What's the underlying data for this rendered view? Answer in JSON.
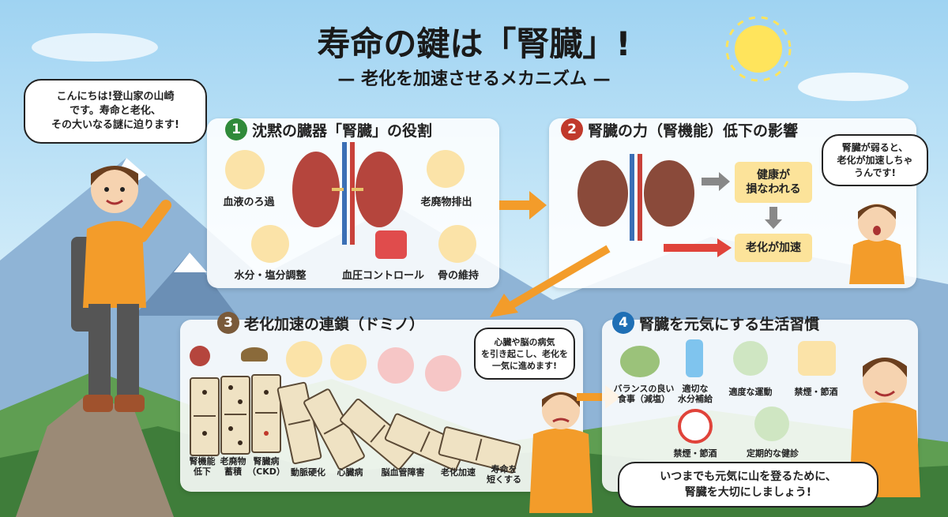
{
  "title": {
    "main": "寿命の鍵は「腎臓」!",
    "subtitle": "— 老化を加速させるメカニズム —"
  },
  "intro_bubble": {
    "line1": "こんにちは!登山家の山崎",
    "line2": "です。寿命と老化、",
    "line3": "その大いなる謎に迫ります!"
  },
  "panel1": {
    "number": "1",
    "title": "沈黙の臓器「腎臓」の役割",
    "items": [
      "血液のろ過",
      "老廃物排出",
      "水分・塩分調整",
      "血圧コントロール",
      "骨の維持"
    ]
  },
  "panel2": {
    "number": "2",
    "title": "腎臓の力（腎機能）低下の影響",
    "box1_line1": "健康が",
    "box1_line2": "損なわれる",
    "box2": "老化が加速",
    "bubble_line1": "腎臓が弱ると、",
    "bubble_line2": "老化が加速しちゃ",
    "bubble_line3": "うんです!"
  },
  "panel3": {
    "number": "3",
    "title": "老化加速の連鎖（ドミノ）",
    "labels": {
      "l1a": "腎機能",
      "l1b": "低下",
      "l2a": "老廃物",
      "l2b": "蓄積",
      "l3a": "腎臓病",
      "l3b": "（CKD）",
      "l4": "動脈硬化",
      "l5": "心臓病",
      "l6": "脳血管障害",
      "l7": "老化加速",
      "l8a": "寿命を",
      "l8b": "短くする"
    },
    "bubble_line1": "心臓や脳の病気",
    "bubble_line2": "を引き起こし、老化を",
    "bubble_line3": "一気に進めます!"
  },
  "panel4": {
    "number": "4",
    "title": "腎臓を元気にする生活習慣",
    "items": {
      "diet_a": "バランスの良い",
      "diet_b": "食事（減塩）",
      "water_a": "適切な",
      "water_b": "水分補給",
      "exercise": "適度な運動",
      "smoke1": "禁煙・節酒",
      "smoke2": "禁煙・節酒",
      "checkup": "定期的な健診"
    },
    "closing_line1": "いつまでも元気に山を登るために、",
    "closing_line2": "腎臓を大切にしましょう!"
  },
  "colors": {
    "panel1_num": "#2f8a3a",
    "panel2_num": "#c0392b",
    "panel3_num": "#7a5a3a",
    "panel4_num": "#1f6fb5",
    "orange": "#f39c2a",
    "kidney": "#b5453d"
  }
}
